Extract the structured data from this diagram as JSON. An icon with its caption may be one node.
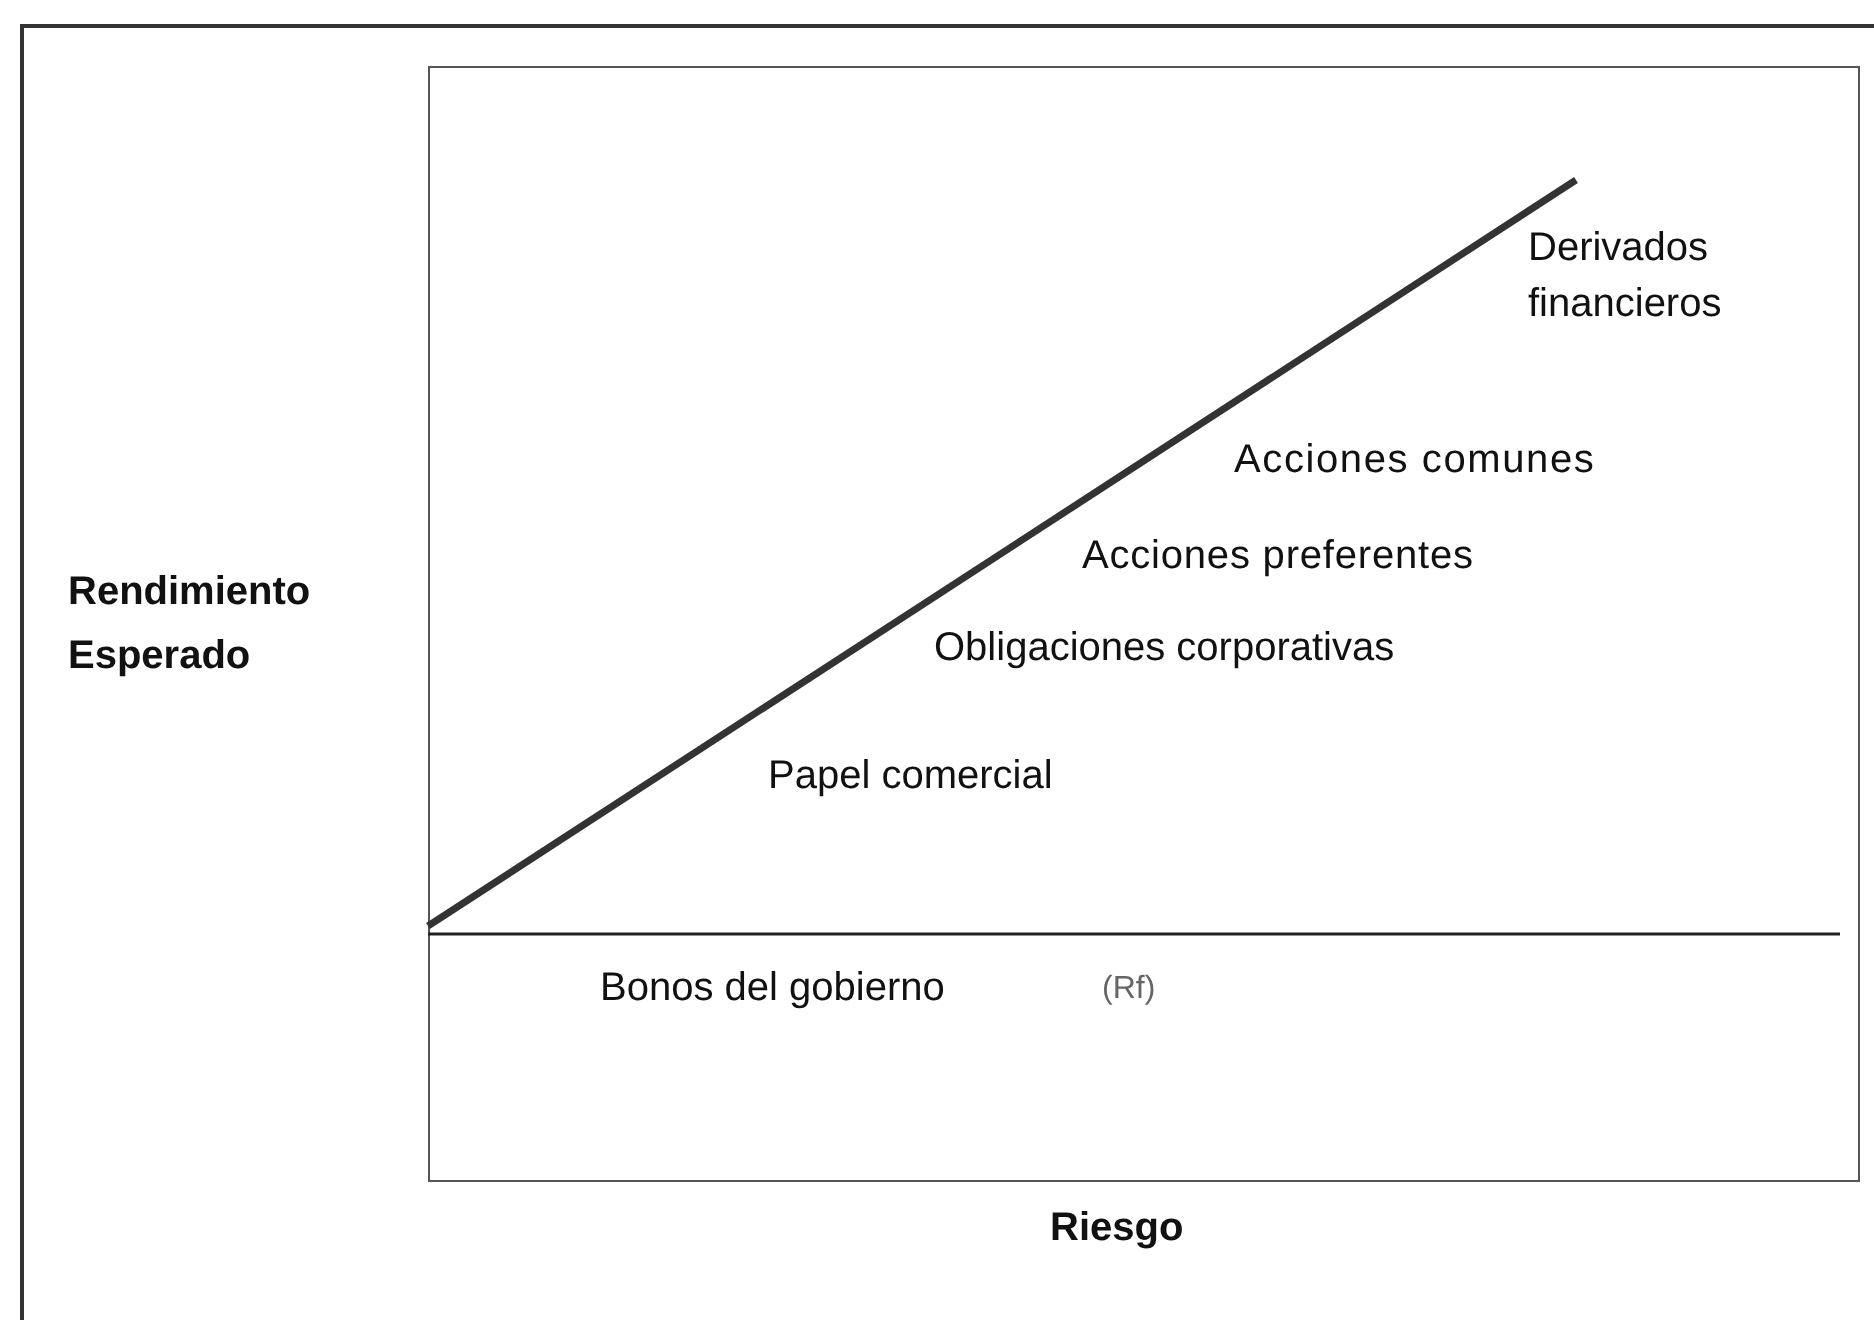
{
  "diagram": {
    "labels": [
      "Rendimiento Esperado",
      "Derivados financieros",
      "Acciones comunes",
      "Acciones preferentes",
      "Obligaciones corporativas",
      "Papel comercial",
      "Bonos del gobierno",
      "(Rf)",
      "Riesgo"
    ]
  }
}
